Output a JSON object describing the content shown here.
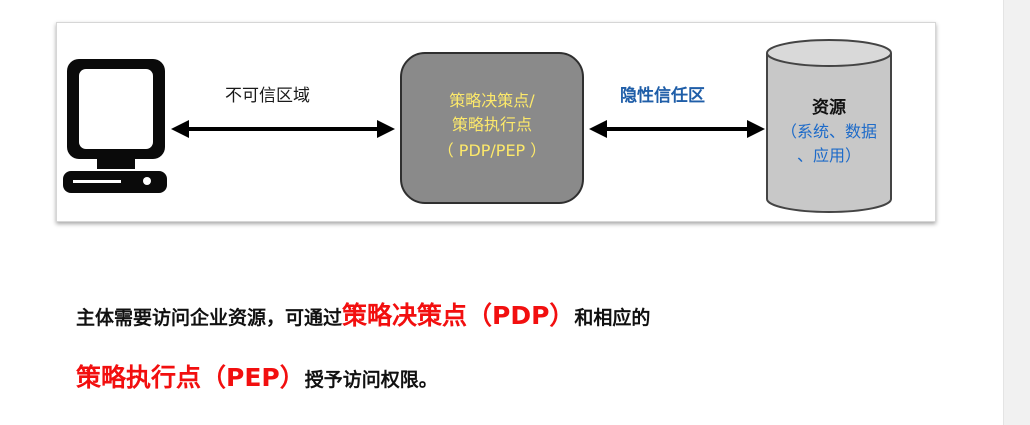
{
  "diagram": {
    "untrusted_zone_label": "不可信区域",
    "pdp_pep_lines": [
      "策略决策点/",
      "策略执行点",
      "（ PDP/PEP ）"
    ],
    "hidden_trust_zone_label": "隐性信任区",
    "resource_title": "资源",
    "resource_lines": [
      "（系统、数据",
      "、应用）"
    ]
  },
  "caption": {
    "line1_prefix": "主体需要访问企业资源，可通过",
    "line1_highlight": "策略决策点（PDP）",
    "line1_suffix": "和相应的",
    "line2_highlight": "策略执行点（PEP）",
    "line2_suffix": "授予访问权限。"
  },
  "colors": {
    "highlight": "#f20f0f",
    "hidden_zone_label": "#1f5ea8",
    "pdp_box_fill": "#8a8a8a",
    "pdp_text": "#fde96a",
    "resource_fill": "#c8c8c8"
  },
  "icons": {
    "computer": "computer-monitor-icon"
  }
}
